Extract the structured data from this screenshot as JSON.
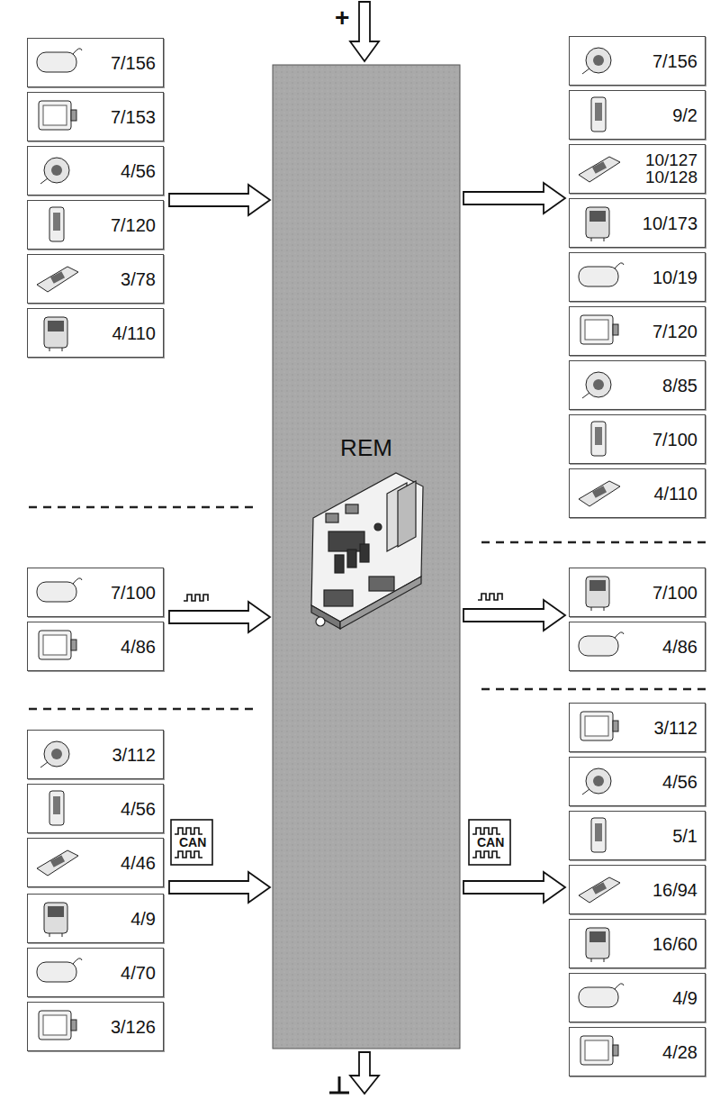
{
  "diagram": {
    "nodes": [
      {
        "text": [
          "REM"
        ]
      },
      {
        "text": [
          "7/156"
        ]
      },
      {
        "text": [
          "7/153"
        ]
      },
      {
        "text": [
          "4/56"
        ]
      },
      {
        "text": [
          "7/120"
        ]
      },
      {
        "text": [
          "3/78"
        ]
      },
      {
        "text": [
          "4/110"
        ]
      },
      {
        "text": [
          "7/100"
        ]
      },
      {
        "text": [
          "4/86"
        ]
      },
      {
        "text": [
          "3/112"
        ]
      },
      {
        "text": [
          "4/56"
        ]
      },
      {
        "text": [
          "4/46"
        ]
      },
      {
        "text": [
          "4/9"
        ]
      },
      {
        "text": [
          "4/70"
        ]
      },
      {
        "text": [
          "3/126"
        ]
      },
      {
        "text": [
          "7/156"
        ]
      },
      {
        "text": [
          "9/2"
        ]
      },
      {
        "text": [
          "10/127 10/128"
        ]
      },
      {
        "text": [
          "10/173"
        ]
      },
      {
        "text": [
          "10/19"
        ]
      },
      {
        "text": [
          "7/120"
        ]
      },
      {
        "text": [
          "8/85"
        ]
      },
      {
        "text": [
          "7/100"
        ]
      },
      {
        "text": [
          "4/110"
        ]
      },
      {
        "text": [
          "7/100"
        ]
      },
      {
        "text": [
          "4/86"
        ]
      },
      {
        "text": [
          "3/112"
        ]
      },
      {
        "text": [
          "4/56"
        ]
      },
      {
        "text": [
          "5/1"
        ]
      },
      {
        "text": [
          "16/94"
        ]
      },
      {
        "text": [
          "16/60"
        ]
      },
      {
        "text": [
          "4/9"
        ]
      },
      {
        "text": [
          "4/28"
        ]
      }
    ],
    "labels": [
      "+",
      "CAN",
      "CAN"
    ]
  }
}
